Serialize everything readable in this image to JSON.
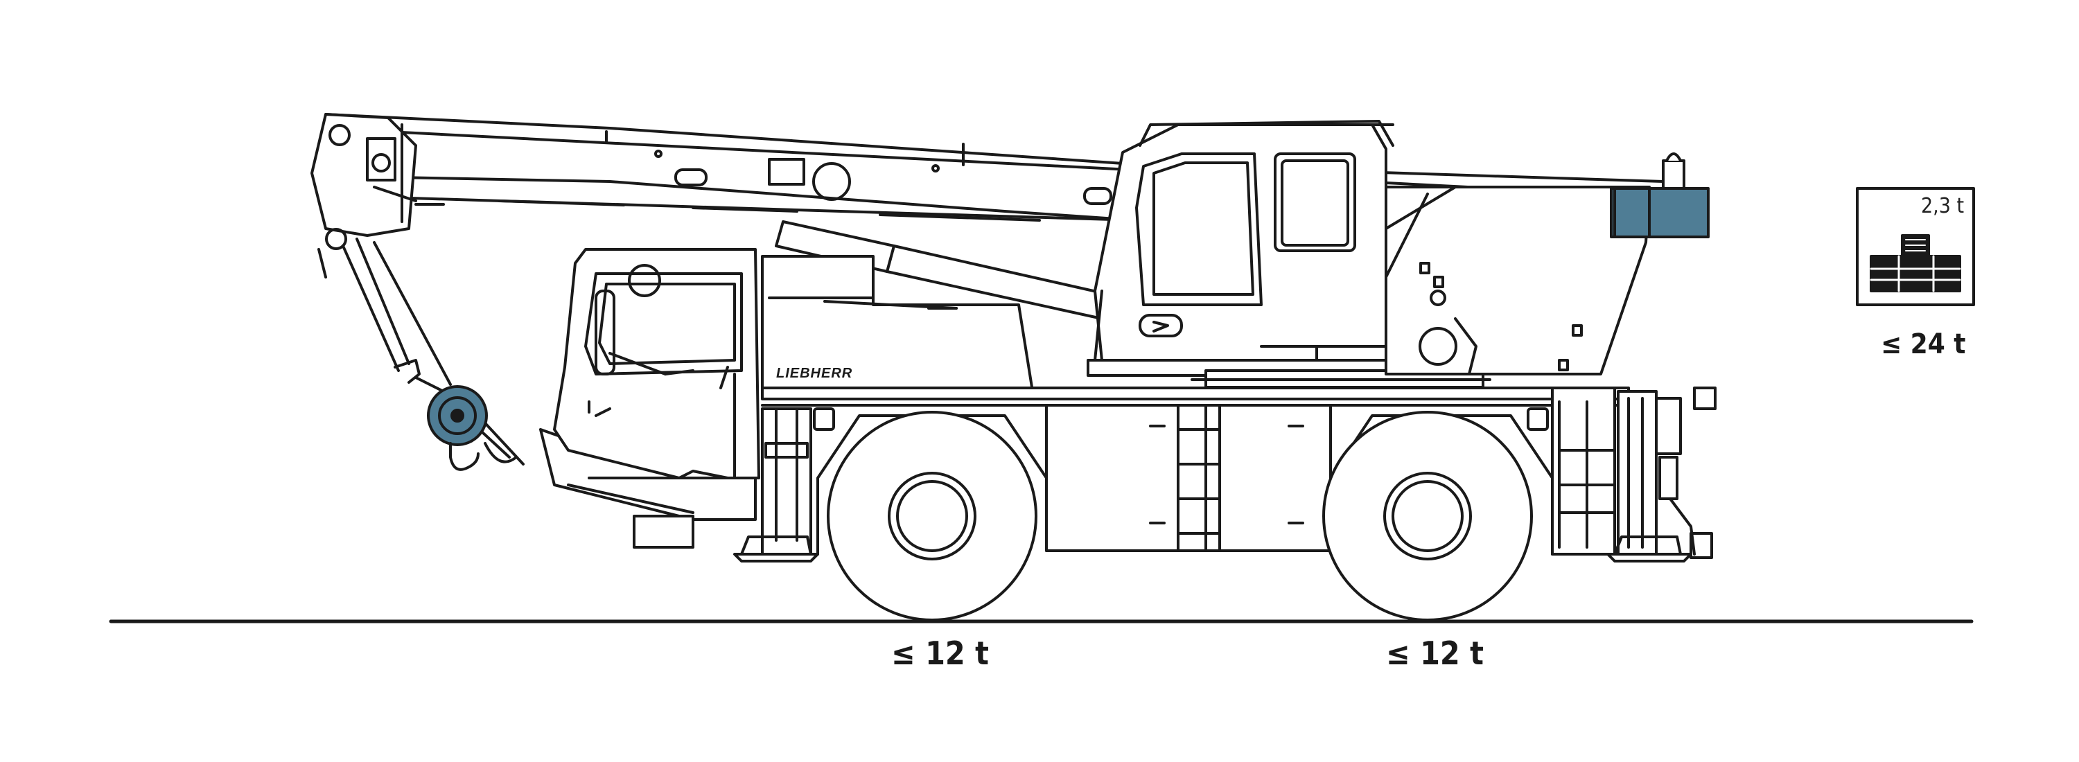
{
  "diagram": {
    "brand_text": "LIEBHERR",
    "axle_loads": [
      {
        "label": "≤ 12 t"
      },
      {
        "label": "≤ 12 t"
      }
    ],
    "counterweight": {
      "weight_label": "2,3 t",
      "total_label": "≤ 24 t"
    },
    "colors": {
      "line": "#1a1a1a",
      "highlight": "#4f7d95",
      "background": "#ffffff"
    }
  }
}
